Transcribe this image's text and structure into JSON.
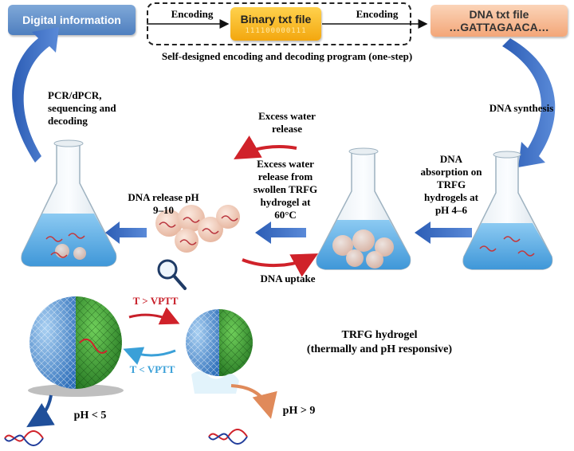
{
  "boxes": {
    "digital": "Digital information",
    "binary": "Binary txt file",
    "binary_bits": "111100000111",
    "dna_line1": "DNA txt file",
    "dna_line2": "…GATTAGAACA…"
  },
  "encoding_left": "Encoding",
  "encoding_right": "Encoding",
  "program_caption": "Self-designed encoding and decoding program (one-step)",
  "pcr": [
    "PCR/dPCR,",
    "sequencing and",
    "decoding"
  ],
  "dna_synthesis": "DNA synthesis",
  "excess_water_top": [
    "Excess water",
    "release"
  ],
  "excess_water_center": [
    "Excess water",
    "release from",
    "swollen TRFG",
    "hydrogel at",
    "60°C"
  ],
  "dna_absorption": [
    "DNA",
    "absorption on",
    "TRFG",
    "hydrogels at",
    "pH 4–6"
  ],
  "dna_release": [
    "DNA release pH",
    "9–10"
  ],
  "dna_uptake": "DNA uptake",
  "t_gt": "T > VPTT",
  "t_lt": "T < VPTT",
  "trfg": [
    "TRFG hydrogel",
    "(thermally and pH responsive)"
  ],
  "ph_lt": "pH < 5",
  "ph_gt": "pH > 9",
  "colors": {
    "blue_arrow": "#3a6bc4",
    "red_arrow": "#d0222a",
    "t_gt": "#c8202a",
    "t_lt": "#3aa0d8",
    "flask_liquid": "#5aaee6",
    "sphere_green": "#3d9a3a",
    "sphere_blue": "#4f90d8"
  },
  "icons": [
    "magnifier-icon",
    "flask-icon",
    "hydrogel-sphere-icon",
    "dna-helix-icon"
  ]
}
